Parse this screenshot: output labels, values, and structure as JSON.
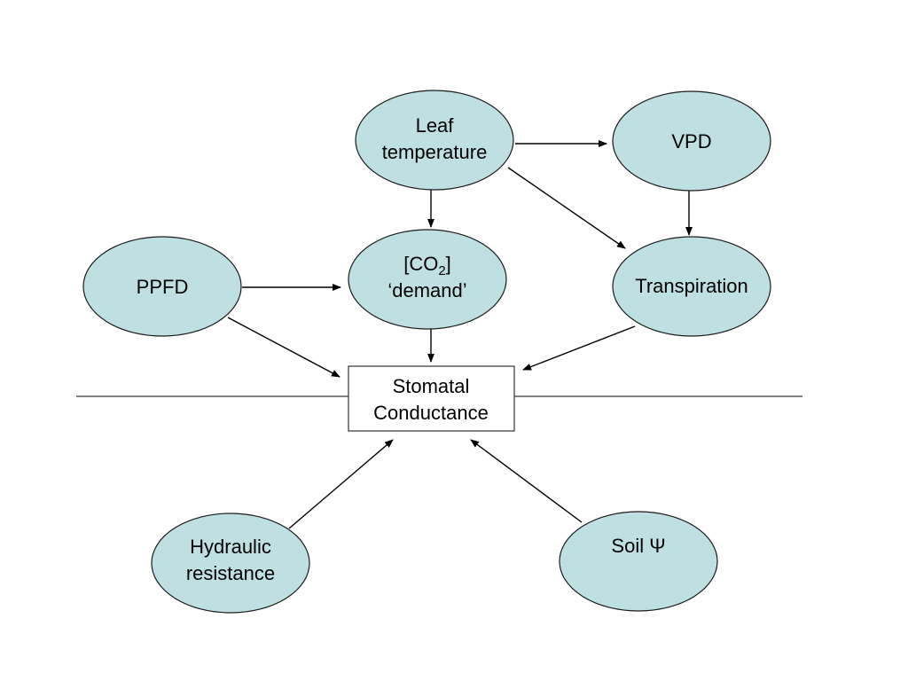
{
  "nodes": {
    "leaf_temperature": {
      "lines": [
        "Leaf",
        "temperature"
      ]
    },
    "vpd": {
      "label": "VPD"
    },
    "ppfd": {
      "label": "PPFD"
    },
    "co2_demand": {
      "line1_prefix": "[CO",
      "line1_subscript": "2",
      "line1_suffix": "]",
      "line2": "‘demand’"
    },
    "transpiration": {
      "label": "Transpiration"
    },
    "stomatal_conductance": {
      "lines": [
        "Stomatal",
        "Conductance"
      ]
    },
    "hydraulic_resistance": {
      "lines": [
        "Hydraulic",
        "resistance"
      ]
    },
    "soil_psi": {
      "label": "Soil Ψ"
    }
  },
  "edges": [
    {
      "from": "Leaf temperature",
      "to": "VPD"
    },
    {
      "from": "Leaf temperature",
      "to": "[CO2] demand"
    },
    {
      "from": "Leaf temperature",
      "to": "Transpiration"
    },
    {
      "from": "VPD",
      "to": "Transpiration"
    },
    {
      "from": "PPFD",
      "to": "[CO2] demand"
    },
    {
      "from": "PPFD",
      "to": "Stomatal Conductance"
    },
    {
      "from": "[CO2] demand",
      "to": "Stomatal Conductance"
    },
    {
      "from": "Transpiration",
      "to": "Stomatal Conductance"
    },
    {
      "from": "Hydraulic resistance",
      "to": "Stomatal Conductance"
    },
    {
      "from": "Soil Ψ",
      "to": "Stomatal Conductance"
    }
  ],
  "colors": {
    "node_fill": "#bfe0e3",
    "node_stroke": "#1a1a1a",
    "box_fill": "#ffffff",
    "arrow": "#000000"
  }
}
